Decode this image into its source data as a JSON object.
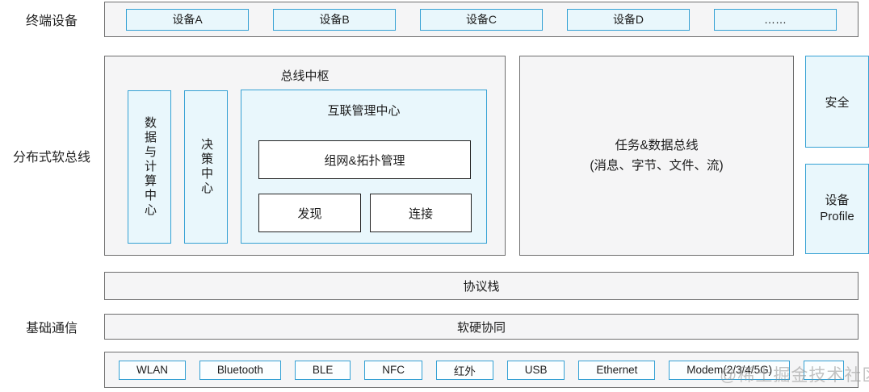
{
  "watermark": "@稀土掘金技术社区",
  "terminal": {
    "label": "终端设备",
    "devices": [
      "设备A",
      "设备B",
      "设备C",
      "设备D",
      "……"
    ]
  },
  "softbus": {
    "label": "分布式软总线",
    "bus_hub": {
      "title": "总线中枢",
      "data_compute_center": "数据与计算中心",
      "decision_center": "决策中心",
      "interconnect": {
        "title": "互联管理中心",
        "networking_topology": "组网&拓扑管理",
        "discovery": "发现",
        "connection": "连接"
      }
    },
    "task_data_bus": {
      "line1": "任务&数据总线",
      "line2": "(消息、字节、文件、流)"
    },
    "security": "安全",
    "device_profile": {
      "line1": "设备",
      "line2": "Profile"
    }
  },
  "protocol_stack": "协议栈",
  "basic_comm": {
    "label": "基础通信",
    "hw_sw_collab": "软硬协同",
    "technologies": [
      "WLAN",
      "Bluetooth",
      "BLE",
      "NFC",
      "红外",
      "USB",
      "Ethernet",
      "Modem(2/3/4/5G)",
      ""
    ]
  },
  "colors": {
    "accent_blue_border": "#35a1d4",
    "cyan_fill": "#e9f7fc",
    "gray_fill": "#f5f5f6",
    "gray_border": "#6e6e6e",
    "dark_border": "#222222"
  }
}
